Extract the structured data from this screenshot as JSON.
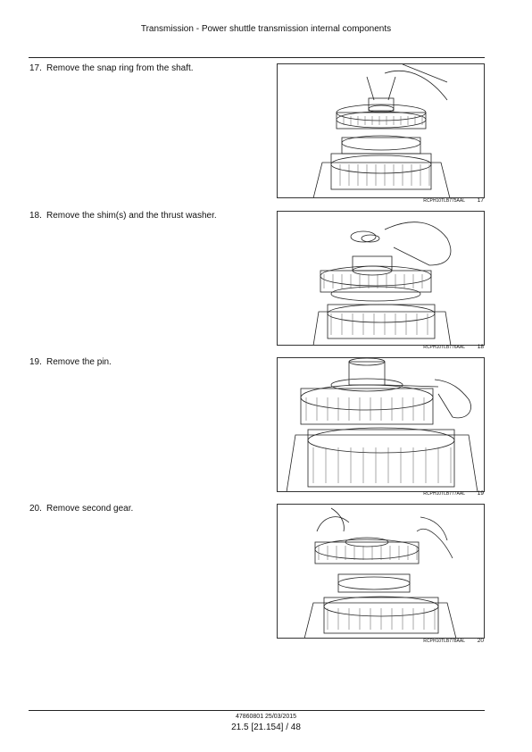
{
  "header": {
    "title": "Transmission - Power shuttle transmission internal components"
  },
  "steps": [
    {
      "number": "17.",
      "text": "Remove the snap ring from the shaft.",
      "figure_code": "RCPH10TLB775AAL",
      "figure_number": "17"
    },
    {
      "number": "18.",
      "text": "Remove the shim(s) and the thrust washer.",
      "figure_code": "RCPH10TLB776AAL",
      "figure_number": "18"
    },
    {
      "number": "19.",
      "text": "Remove the pin.",
      "figure_code": "RCPH10TLB777AAL",
      "figure_number": "19"
    },
    {
      "number": "20.",
      "text": "Remove second gear.",
      "figure_code": "RCPH10TLB778AAL",
      "figure_number": "20"
    }
  ],
  "footer": {
    "doc_ref": "47860801 25/03/2015",
    "page_ref": "21.5 [21.154] / 48"
  }
}
